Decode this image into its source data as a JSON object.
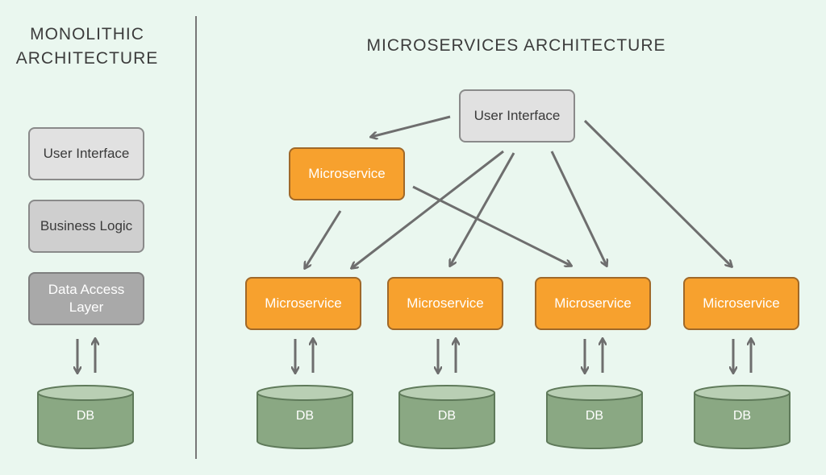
{
  "monolithic": {
    "title_line1": "MONOLITHIC",
    "title_line2": "ARCHITECTURE",
    "ui_label": "User Interface",
    "business_label": "Business Logic",
    "dal_line1": "Data Access",
    "dal_line2": "Layer",
    "db_label": "DB"
  },
  "microservices": {
    "title": "MICROSERVICES ARCHITECTURE",
    "ui_label": "User Interface",
    "top_service_label": "Microservice",
    "services": [
      {
        "label": "Microservice",
        "db_label": "DB"
      },
      {
        "label": "Microservice",
        "db_label": "DB"
      },
      {
        "label": "Microservice",
        "db_label": "DB"
      },
      {
        "label": "Microservice",
        "db_label": "DB"
      }
    ]
  },
  "colors": {
    "background": "#eaf7ef",
    "microservice": "#f7a12e",
    "db": "#8aa883",
    "arrow": "#6e6e6e"
  }
}
